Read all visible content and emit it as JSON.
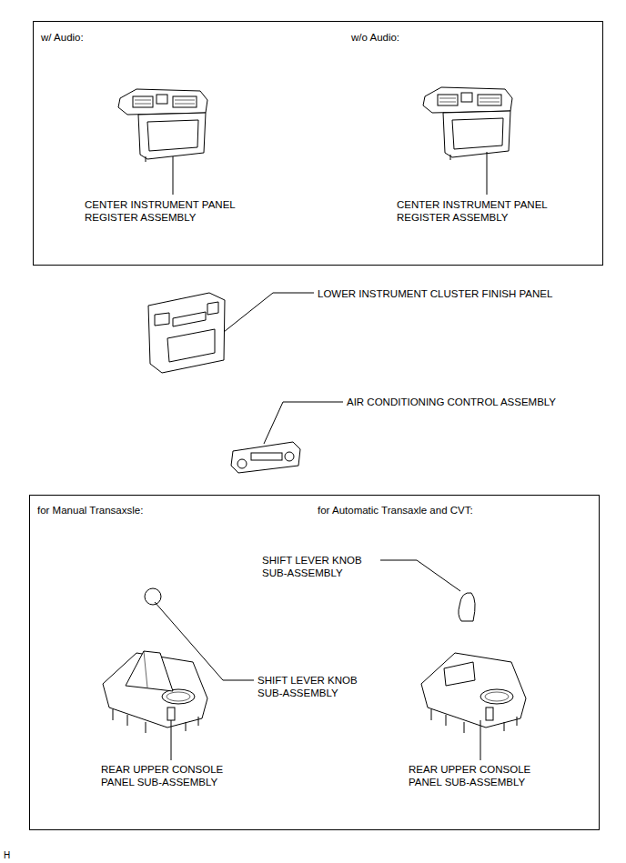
{
  "diagram": {
    "nodes": [
      {
        "text": [
          "w/ Audio:",
          "w/o Audio:"
        ]
      },
      {
        "text": [
          "for Manual Transaxsle:",
          "for Automatic Transaxle and CVT:"
        ]
      }
    ],
    "labels": [
      "CENTER INSTRUMENT PANEL REGISTER ASSEMBLY",
      "CENTER INSTRUMENT PANEL REGISTER ASSEMBLY",
      "LOWER INSTRUMENT CLUSTER FINISH PANEL",
      "AIR CONDITIONING CONTROL ASSEMBLY",
      "SHIFT LEVER KNOB SUB-ASSEMBLY",
      "SHIFT LEVER KNOB SUB-ASSEMBLY",
      "REAR UPPER CONSOLE PANEL SUB-ASSEMBLY",
      "REAR UPPER CONSOLE PANEL SUB-ASSEMBLY",
      "H"
    ]
  }
}
